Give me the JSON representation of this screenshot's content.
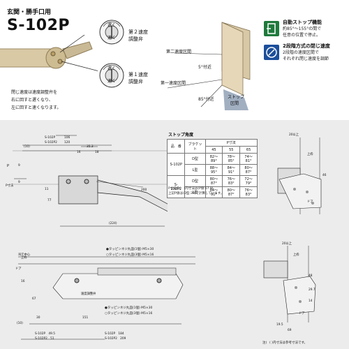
{
  "header": {
    "subtitle": "玄関・勝手口用",
    "model": "S-102P"
  },
  "valve_labels": {
    "slow_1": "遅く",
    "fast_1": "速く",
    "second_speed": "第２速度",
    "adjust_valve_2": "調整弁",
    "slow_2": "遅く",
    "fast_2": "速く",
    "first_speed": "第１速度",
    "adjust_valve_1": "調整弁"
  },
  "closing_note": {
    "line1": "閉じ速度は速度調整弁を",
    "line2": "右に回すと遅くなり、",
    "line3": "左に回すと速くなります。"
  },
  "door_diagram": {
    "second_zone": "第二速度区間",
    "angle_5": "5°付近",
    "first_zone": "第一速度区間",
    "angle_85": "85°付近",
    "stop_zone_1": "ストップ",
    "stop_zone_2": "区間"
  },
  "features": [
    {
      "title": "自動ストップ機能",
      "line1": "約85°～155°の間で",
      "line2": "任意の位置で停止。",
      "color": "#1f7a3c",
      "icon_name": "auto-stop-icon"
    },
    {
      "title": "2段階方式の閉じ速度",
      "line1": "2段階の速度区間で",
      "line2": "それぞれ閉じ速度を調節",
      "color": "#1c4f9c",
      "icon_name": "speed-adjust-icon"
    }
  ],
  "stop_angle_table": {
    "title": "ストップ角度",
    "col_model": "品　番",
    "col_bracket": "ブラケット",
    "col_p": "P寸法",
    "p_values": [
      "45",
      "55",
      "65"
    ],
    "rows": [
      {
        "model": "S-102P",
        "bracket": "D型",
        "values": [
          "82〜89°",
          "78〜85°",
          "74〜81°"
        ]
      },
      {
        "model": "",
        "bracket": "L型",
        "values": [
          "88〜95°",
          "84〜91°",
          "80〜87°"
        ]
      },
      {
        "model": "S-102P2",
        "bracket": "D型",
        "values": [
          "80〜87°",
          "76〜83°",
          "72〜79°"
        ]
      },
      {
        "model": "",
        "bracket": "L型",
        "values": [
          "84〜91°",
          "80〜87°",
          "76〜83°"
        ]
      }
    ],
    "note1": "P寸法の(　)内寸法は(P値:57.9)",
    "note2": "上記P値は(D型:30)で計算しています。"
  },
  "top_drawing": {
    "model_a": "S-102P",
    "dim_a": "106",
    "model_b": "S-102P2",
    "dim_b": "120",
    "dim_10": "(10)",
    "dim_35": "35.3",
    "dim_16": "16",
    "dim_18": "18",
    "dim_9": "9",
    "label_p": "P",
    "label_9": "9",
    "label_p_dim": "P寸法",
    "label_11": "11",
    "label_77": "77",
    "dim_200": "200",
    "dim_224": "(224)"
  },
  "bottom_drawing": {
    "hinge_center": "吊元中心",
    "upper_frame": "上枠",
    "door": "ドア",
    "tapping_1": "●タッピンネジ丸皿(1個) M5×30",
    "tapping_2": "○タッピンネジ丸皿(3個) M5×16",
    "speed_valve": "速度調整弁",
    "tapping_3": "●タッピンネジ丸皿(1個) M5×30",
    "tapping_4": "○タッピンネジ丸皿(3個) M5×16",
    "dim_16": "16",
    "dim_67": "67",
    "dim_30": "30",
    "dim_151": "151",
    "dim_10": "(10)",
    "dim_s102p_49": "S-102P　49.5",
    "dim_s102p2_51": "S-102P2　51",
    "dim_s102p_184": "S-102P　184",
    "dim_s102p2_209": "S-102P2　209",
    "note_top": "注)",
    "note_bottom": "( )内寸法は参考寸法です。"
  },
  "side_views": {
    "dim_20_up": "20以上",
    "upper_frame_1": "上枠",
    "door_1": "ドア",
    "dim_46": "46",
    "dim_20_up_2": "20以上",
    "upper_frame_2": "上枠",
    "door_2": "ドア",
    "dim_19": "19.5",
    "dim_69": "69",
    "dim_48": "48",
    "dim_29": "29.7",
    "dim_14": "14"
  }
}
